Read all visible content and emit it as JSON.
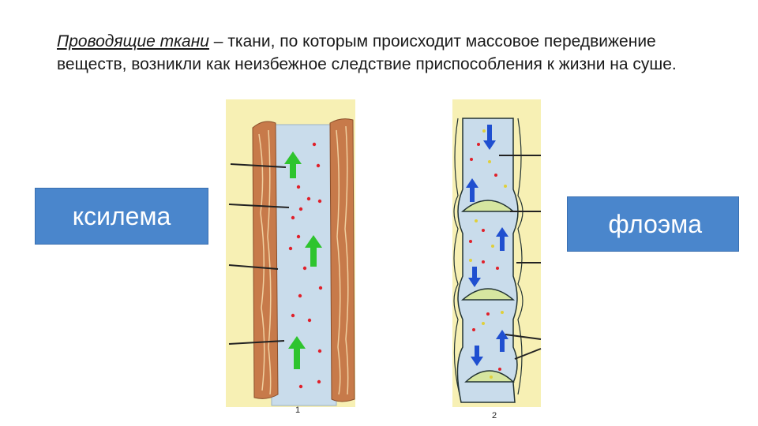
{
  "slide": {
    "title_term": "Проводящие ткани",
    "title_rest": " – ткани, по которым происходит массовое передвижение веществ, возникли как неизбежное следствие приспособления к жизни на суше."
  },
  "labels": {
    "xylem": "ксилема",
    "phloem": "флоэма"
  },
  "figure_numbers": {
    "first": "1",
    "second": "2"
  },
  "colors": {
    "panel_background": "#f7f0b4",
    "vessel_fill": "#c9dceb",
    "wall_brown": "#c77a4a",
    "arrow_green": "#2ec42e",
    "arrow_blue": "#1f4fd0",
    "dot_red": "#e0202a",
    "sieve_plate": "#d6e6a0",
    "label_box": "#4a86cc"
  }
}
